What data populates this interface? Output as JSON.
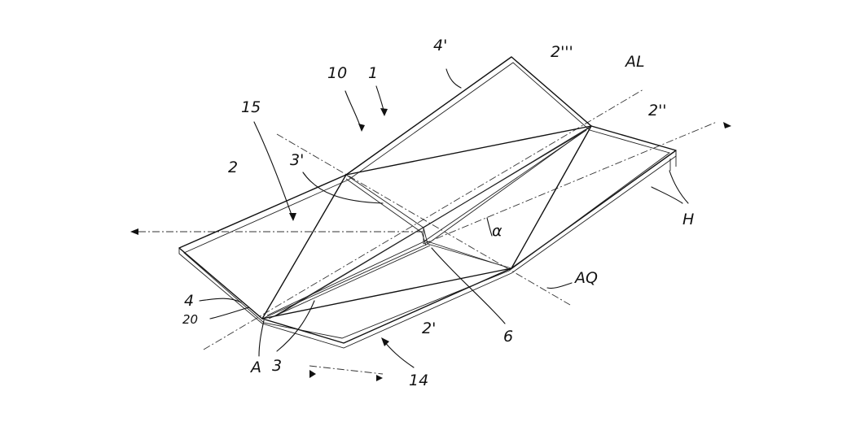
{
  "labels": {
    "l_4prime": "4'",
    "l_2triple": "2'''",
    "l_AL": "AL",
    "l_10": "10",
    "l_1": "1",
    "l_15": "15",
    "l_2dbl": "2''",
    "l_2": "2",
    "l_3prime": "3'",
    "l_alpha": "α",
    "l_H": "H",
    "l_4": "4",
    "l_20": "20",
    "l_AQ": "AQ",
    "l_2prime": "2'",
    "l_6": "6",
    "l_A": "A",
    "l_3": "3",
    "l_14": "14"
  }
}
